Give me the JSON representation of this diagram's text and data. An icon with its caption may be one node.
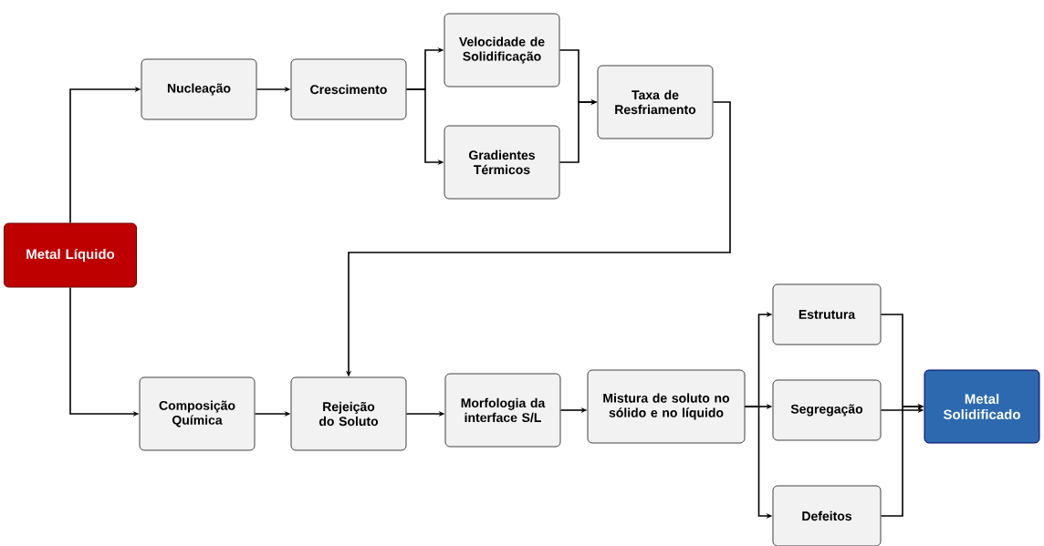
{
  "diagram": {
    "nodes": [
      {
        "text": [
          "Metal Líquido"
        ]
      },
      {
        "text": [
          "Nucleação"
        ]
      },
      {
        "text": [
          "Crescimento"
        ]
      },
      {
        "text": [
          "Velocidade de Solidificação"
        ]
      },
      {
        "text": [
          "Gradientes Térmicos"
        ]
      },
      {
        "text": [
          "Taxa de Resfriamento"
        ]
      },
      {
        "text": [
          "Composição Química"
        ]
      },
      {
        "text": [
          "Rejeição do Soluto"
        ]
      },
      {
        "text": [
          "Morfologia da interface S/L"
        ]
      },
      {
        "text": [
          "Mistura de soluto no sólido e no líquido"
        ]
      },
      {
        "text": [
          "Estrutura"
        ]
      },
      {
        "text": [
          "Segregação"
        ]
      },
      {
        "text": [
          "Defeitos"
        ]
      },
      {
        "text": [
          "Metal Solidificado"
        ]
      }
    ],
    "edges": [
      {
        "from": 0,
        "to": 1,
        "arrow": "to"
      },
      {
        "from": 0,
        "to": 6,
        "arrow": "to"
      },
      {
        "from": 1,
        "to": 2,
        "arrow": "to"
      },
      {
        "from": 2,
        "to": 3,
        "arrow": "to"
      },
      {
        "from": 2,
        "to": 4,
        "arrow": "to"
      },
      {
        "from": 3,
        "to": 5,
        "arrow": "to"
      },
      {
        "from": 4,
        "to": 5,
        "arrow": "to"
      },
      {
        "from": 5,
        "to": 7,
        "arrow": "to"
      },
      {
        "from": 6,
        "to": 7,
        "arrow": "to"
      },
      {
        "from": 7,
        "to": 8,
        "arrow": "to"
      },
      {
        "from": 8,
        "to": 9,
        "arrow": "to"
      },
      {
        "from": 9,
        "to": 10,
        "arrow": "to"
      },
      {
        "from": 9,
        "to": 11,
        "arrow": "to"
      },
      {
        "from": 9,
        "to": 12,
        "arrow": "to"
      },
      {
        "from": 10,
        "to": 13,
        "arrow": "to"
      },
      {
        "from": 11,
        "to": 13,
        "arrow": "to"
      },
      {
        "from": 12,
        "to": 13,
        "arrow": "to"
      }
    ]
  }
}
